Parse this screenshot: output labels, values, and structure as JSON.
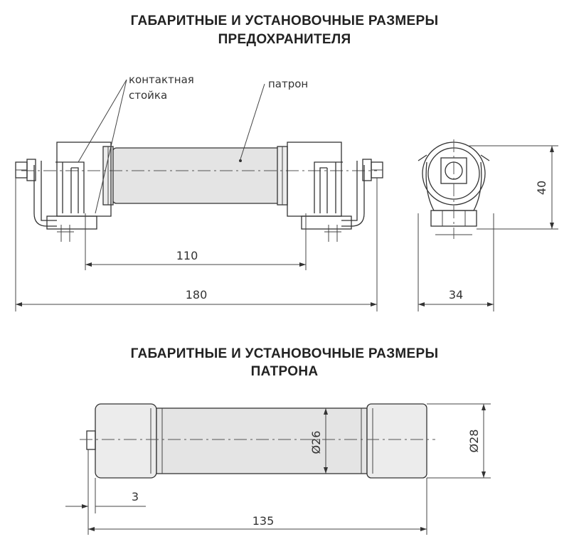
{
  "titles": {
    "fuse_line1": "ГАБАРИТНЫЕ И УСТАНОВОЧНЫЕ РАЗМЕРЫ",
    "fuse_line2": "ПРЕДОХРАНИТЕЛЯ",
    "cartridge_line1": "ГАБАРИТНЫЕ И УСТАНОВОЧНЫЕ РАЗМЕРЫ",
    "cartridge_line2": "ПАТРОНА"
  },
  "labels": {
    "contact_post_1": "контактная",
    "contact_post_2": "стойка",
    "cartridge": "патрон"
  },
  "dimensions": {
    "mount_spacing": "110",
    "overall_length": "180",
    "height": "40",
    "width": "34",
    "diameter_small": "Ø26",
    "diameter_large": "Ø28",
    "cap_offset": "3",
    "cartridge_length": "135"
  }
}
